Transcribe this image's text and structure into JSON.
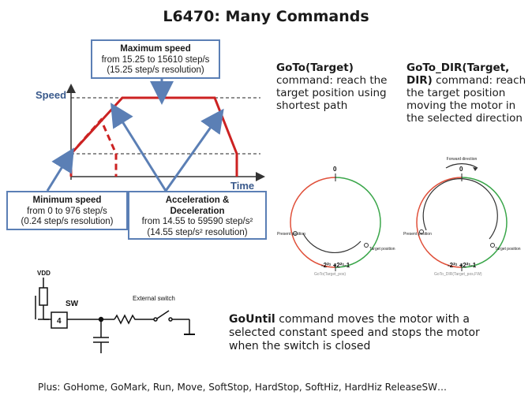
{
  "title": "L6470: Many Commands",
  "speed_chart": {
    "y_axis_label": "Speed",
    "x_axis_label": "Time"
  },
  "max_speed_box": {
    "heading": "Maximum speed",
    "line1": "from 15.25 to 15610 step/s",
    "line2": "(15.25 step/s resolution)"
  },
  "min_speed_box": {
    "heading": "Minimum speed",
    "line1": "from 0 to 976 step/s",
    "line2": "(0.24 step/s resolution)"
  },
  "accel_box": {
    "heading1": "Acceleration &",
    "heading2": "Deceleration",
    "line1": "from 14.55 to 59590 step/s²",
    "line2": "(14.55 step/s² resolution)"
  },
  "goto": {
    "name": "GoTo(Target)",
    "text": "command: reach the target position using shortest path"
  },
  "goto_dir": {
    "name": "GoTo_DIR(Target, DIR)",
    "text": "command: reach the target position moving the motor in the selected direction"
  },
  "goto_diagram": {
    "top_label": "0",
    "bottom_label": "-2²¹ +2²¹-1",
    "present_label": "Present position",
    "target_label": "Target position",
    "caption": "GoTo(Target_pos)"
  },
  "goto_dir_diagram": {
    "top_label": "0",
    "bottom_label": "-2²¹ +2²¹-1",
    "present_label": "Present position",
    "target_label": "Target position",
    "direction_label": "Forward direction",
    "caption": "GoTo_DIR(Target_pos,FW)"
  },
  "circuit": {
    "vdd_label": "VDD",
    "sw_label": "SW",
    "pin_label": "4",
    "switch_label": "External switch"
  },
  "gountil": {
    "name": "GoUntil",
    "text": "command moves the motor with a selected constant speed and stops the motor when the switch is closed"
  },
  "plus_line": "Plus: GoHome, GoMark, Run, Move, SoftStop, HardStop, SoftHiz, HardHiz ReleaseSW…",
  "colors": {
    "profile_red": "#cc2222",
    "arrow_blue": "#5b7fb5",
    "circle_red": "#e0503a",
    "circle_green": "#3aa64a"
  }
}
